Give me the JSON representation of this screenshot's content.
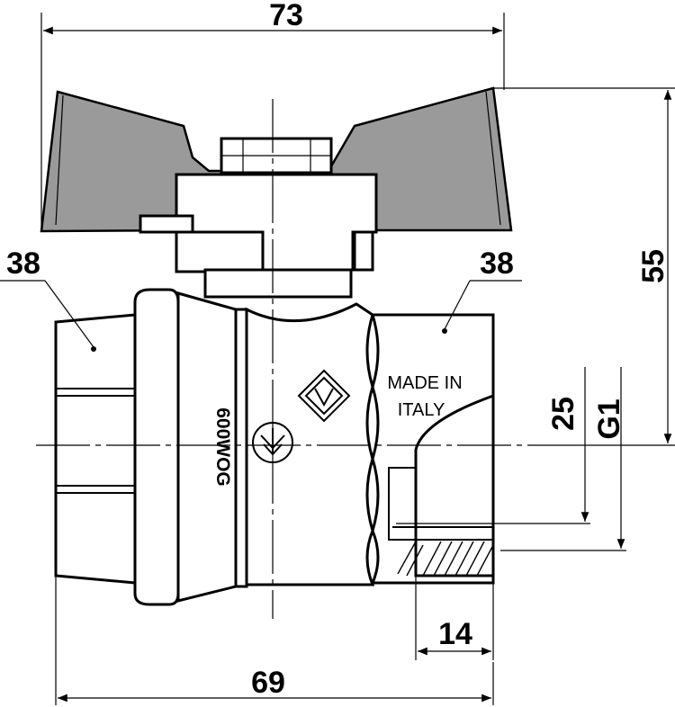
{
  "dimensions": {
    "overall_width": "73",
    "body_length": "69",
    "height": "55",
    "thread_size": "G1",
    "bore": "25",
    "thread_depth": "14",
    "hex_left": "38",
    "hex_right": "38"
  },
  "markings": {
    "pressure_rating": "600WOG",
    "origin_line1": "MADE IN",
    "origin_line2": "ITALY"
  },
  "colors": {
    "line": "#000000",
    "handle": "#9a9a9a",
    "background": "#ffffff"
  }
}
